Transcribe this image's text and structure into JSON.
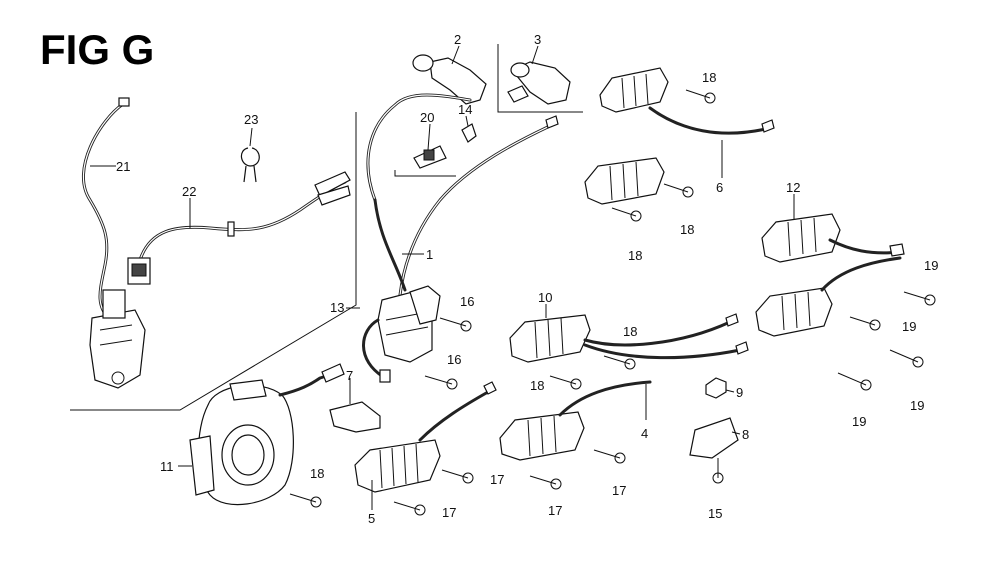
{
  "figure": {
    "title": "FIG G"
  },
  "labels": {
    "p1": "1",
    "p2": "2",
    "p3": "3",
    "p4": "4",
    "p5": "5",
    "p6": "6",
    "p7": "7",
    "p8": "8",
    "p9": "9",
    "p10": "10",
    "p11": "11",
    "p12": "12",
    "p13": "13",
    "p14": "14",
    "p15": "15",
    "p16a": "16",
    "p16b": "16",
    "p17a": "17",
    "p17b": "17",
    "p17c": "17",
    "p17d": "17",
    "p18a": "18",
    "p18b": "18",
    "p18c": "18",
    "p18d": "18",
    "p18e": "18",
    "p18f": "18",
    "p19a": "19",
    "p19b": "19",
    "p19c": "19",
    "p19d": "19",
    "p20": "20",
    "p21": "21",
    "p22": "22",
    "p23": "23"
  }
}
